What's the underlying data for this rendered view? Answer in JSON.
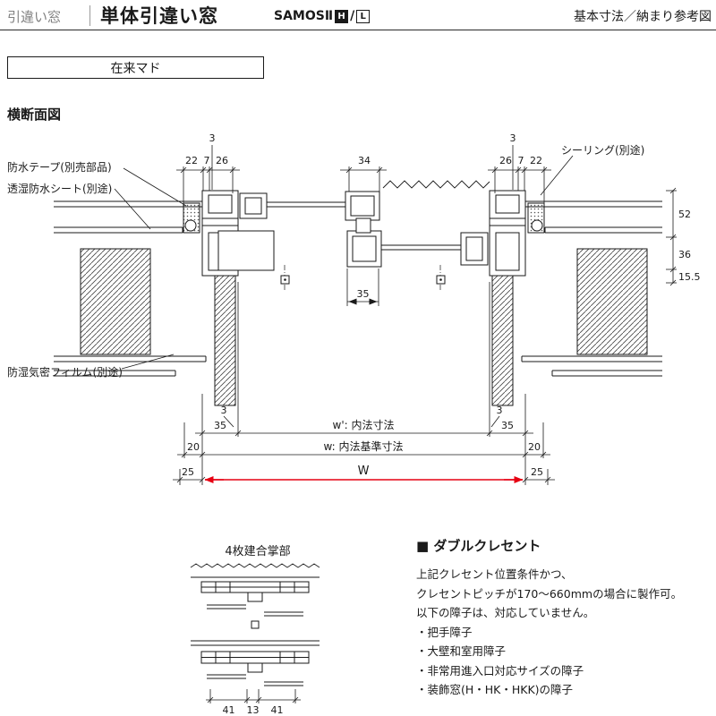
{
  "header": {
    "category": "引違い窓",
    "title": "単体引違い窓",
    "series": "SAMOSⅡ",
    "series_h": "H",
    "series_slash": "/",
    "series_l": "L",
    "note": "基本寸法／納まり参考図"
  },
  "window_type": "在来マド",
  "section_title": "横断面図",
  "callouts": {
    "tape": "防水テープ(別売部品)",
    "sheet": "透湿防水シート(別途)",
    "sealing": "シーリング(別途)",
    "film": "防湿気密フィルム(別途)"
  },
  "dims": {
    "top_left_3": "3",
    "top_right_3": "3",
    "top_l1": "22",
    "top_l2": "7",
    "top_l3": "26",
    "top_c": "34",
    "top_r1": "26",
    "top_r2": "7",
    "top_r3": "22",
    "right_1": "52",
    "right_2": "36",
    "right_3": "15.5",
    "mid_35": "35",
    "bot_left_3": "3",
    "bot_right_3": "3",
    "bot_35_left": "35",
    "bot_35_right": "35",
    "w_inner": "w': 内法寸法",
    "bot_20_left": "20",
    "bot_20_right": "20",
    "w_base": "w: 内法基準寸法",
    "bot_25_left": "25",
    "bot_25_right": "25",
    "W": "W"
  },
  "gassho": {
    "title": "4枚建合掌部",
    "d1": "41",
    "d2": "13",
    "d3": "41"
  },
  "crescent": {
    "title": "■ ダブルクレセント",
    "lines": [
      "上記クレセント位置条件かつ、",
      "クレセントピッチが170～660mmの場合に製作可。",
      "以下の障子は、対応していません。",
      "・把手障子",
      "・大壁和室用障子",
      "・非常用進入口対応サイズの障子",
      "・装飾窓(H・HK・HKK)の障子"
    ]
  },
  "colors": {
    "accent_red": "#e60012",
    "line": "#1a1a1a",
    "gray_text": "#808080"
  }
}
